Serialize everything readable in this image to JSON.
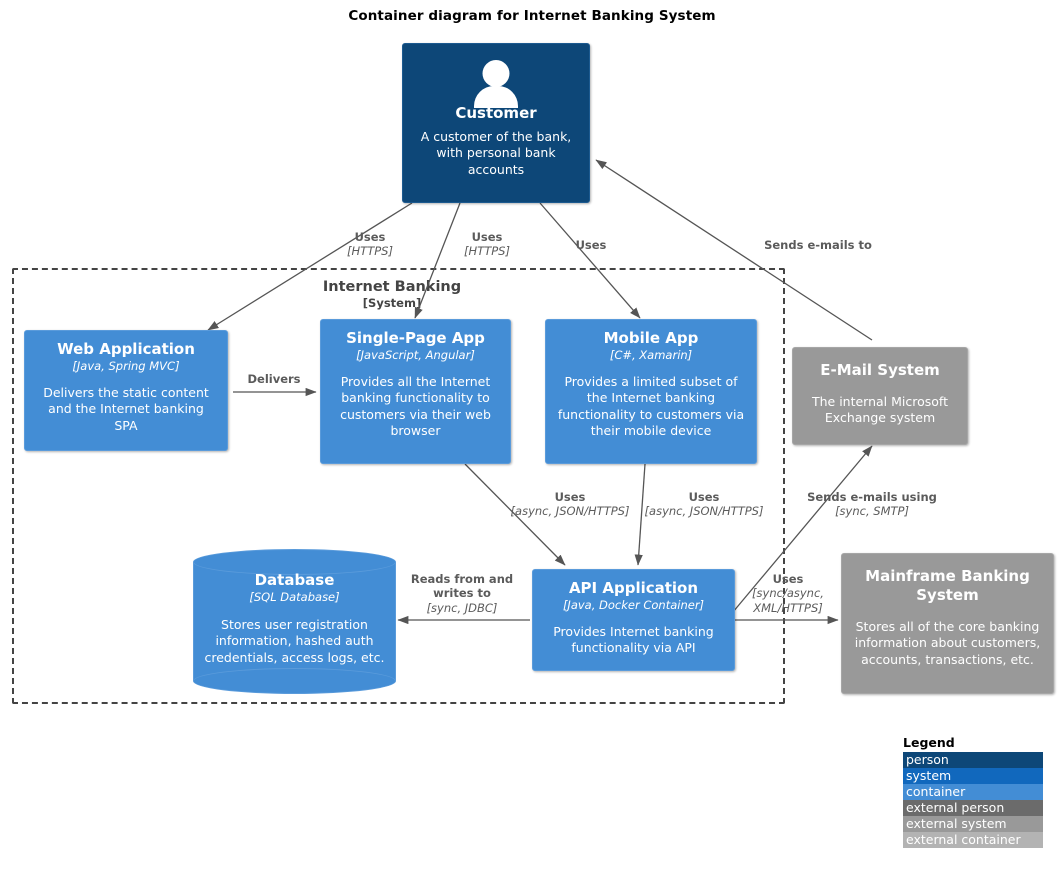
{
  "title": "Container diagram for Internet Banking System",
  "boundary": {
    "name": "Internet Banking",
    "type": "[System]"
  },
  "nodes": {
    "customer": {
      "name": "Customer",
      "tech": "",
      "desc": "A customer of the bank, with personal bank accounts",
      "kind": "person",
      "color": "#0d4778"
    },
    "web_application": {
      "name": "Web Application",
      "tech": "[Java, Spring MVC]",
      "desc": "Delivers the static content and the Internet banking SPA",
      "kind": "container",
      "color": "#438dd5"
    },
    "single_page_app": {
      "name": "Single-Page App",
      "tech": "[JavaScript, Angular]",
      "desc": "Provides all the Internet banking functionality to customers via their web browser",
      "kind": "container",
      "color": "#438dd5"
    },
    "mobile_app": {
      "name": "Mobile App",
      "tech": "[C#, Xamarin]",
      "desc": "Provides a limited subset of the Internet banking functionality to customers via their mobile device",
      "kind": "container",
      "color": "#438dd5"
    },
    "email_system": {
      "name": "E-Mail System",
      "tech": "",
      "desc": "The internal Microsoft Exchange system",
      "kind": "external-system",
      "color": "#999999"
    },
    "database": {
      "name": "Database",
      "tech": "[SQL Database]",
      "desc": "Stores user registration information, hashed auth credentials, access logs, etc.",
      "kind": "container-database",
      "color": "#438dd5"
    },
    "api_application": {
      "name": "API Application",
      "tech": "[Java, Docker Container]",
      "desc": "Provides Internet banking functionality via API",
      "kind": "container",
      "color": "#438dd5"
    },
    "mainframe_banking_system": {
      "name": "Mainframe Banking System",
      "tech": "",
      "desc": "Stores all of the core banking information about customers, accounts, transactions, etc.",
      "kind": "external-system",
      "color": "#999999"
    }
  },
  "edges": [
    {
      "id": "customer-web",
      "main": "Uses",
      "tech": "[HTTPS]"
    },
    {
      "id": "customer-spa",
      "main": "Uses",
      "tech": "[HTTPS]"
    },
    {
      "id": "customer-mobile",
      "main": "Uses",
      "tech": ""
    },
    {
      "id": "email-customer",
      "main": "Sends e-mails to",
      "tech": ""
    },
    {
      "id": "web-spa",
      "main": "Delivers",
      "tech": ""
    },
    {
      "id": "spa-api",
      "main": "Uses",
      "tech": "[async, JSON/HTTPS]"
    },
    {
      "id": "mobile-api",
      "main": "Uses",
      "tech": "[async, JSON/HTTPS]"
    },
    {
      "id": "api-email",
      "main": "Sends e-mails using",
      "tech": "[sync, SMTP]"
    },
    {
      "id": "api-database",
      "main": "Reads from and writes to",
      "tech": "[sync, JDBC]"
    },
    {
      "id": "api-mainframe",
      "main": "Uses",
      "tech": "[sync/async, XML/HTTPS]"
    }
  ],
  "legend": {
    "title": "Legend",
    "items": [
      {
        "label": "person",
        "color": "#0d4778"
      },
      {
        "label": "system",
        "color": "#1168bd"
      },
      {
        "label": "container",
        "color": "#438dd5"
      },
      {
        "label": "external person",
        "color": "#6b6b6b"
      },
      {
        "label": "external system",
        "color": "#999999"
      },
      {
        "label": "external container",
        "color": "#b3b3b3"
      }
    ]
  }
}
